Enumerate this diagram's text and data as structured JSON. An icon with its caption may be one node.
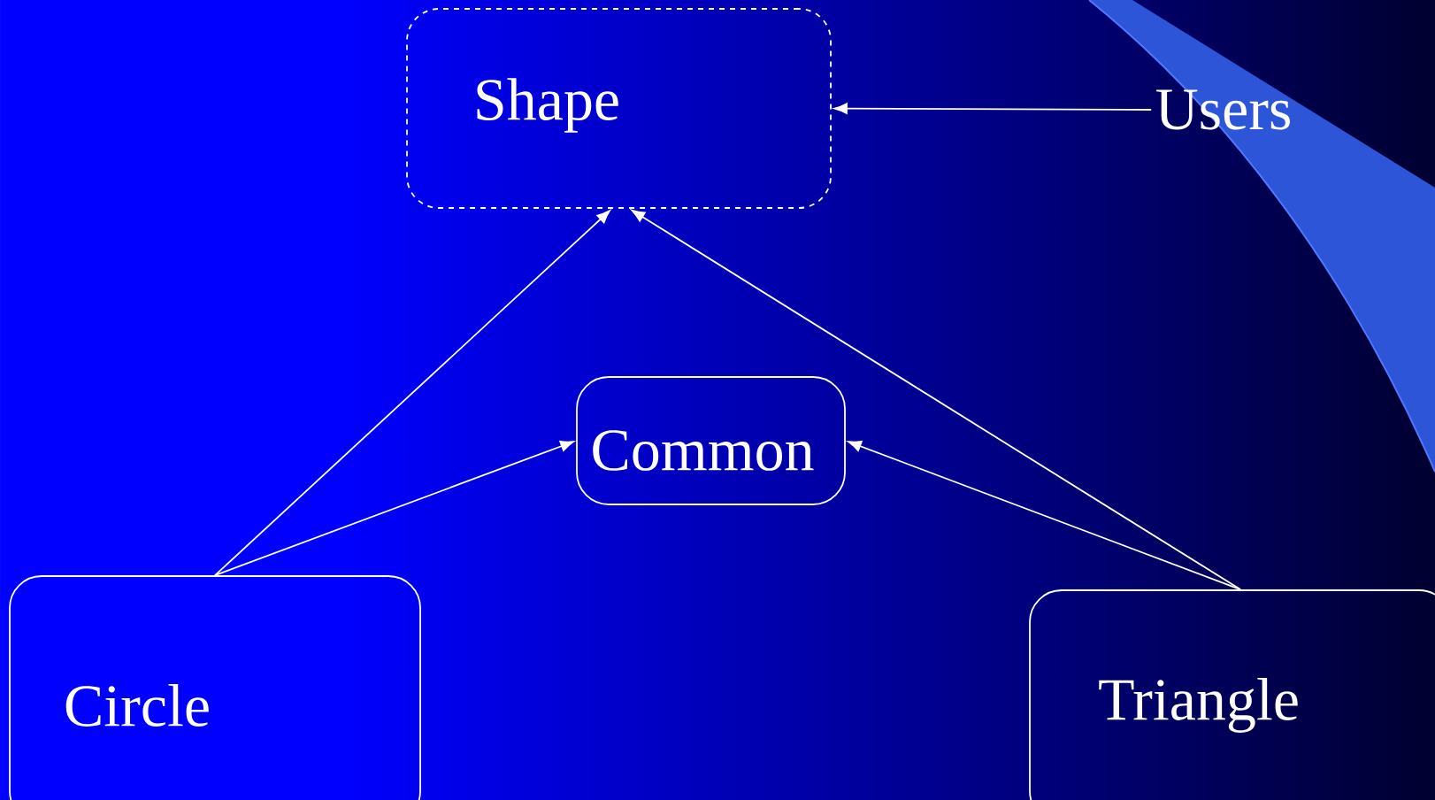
{
  "diagram": {
    "nodes": [
      {
        "text": [
          "Shape"
        ]
      },
      {
        "text": [
          "Users"
        ]
      },
      {
        "text": [
          "Common"
        ]
      },
      {
        "text": [
          "Circle"
        ]
      },
      {
        "text": [
          "Triangle"
        ]
      }
    ],
    "edges": [
      {
        "from": 1,
        "to": 0,
        "arrow": "to"
      },
      {
        "from": 3,
        "to": 0,
        "arrow": "to"
      },
      {
        "from": 3,
        "to": 2,
        "arrow": "to"
      },
      {
        "from": 4,
        "to": 0,
        "arrow": "to"
      },
      {
        "from": 4,
        "to": 2,
        "arrow": "to"
      }
    ]
  }
}
